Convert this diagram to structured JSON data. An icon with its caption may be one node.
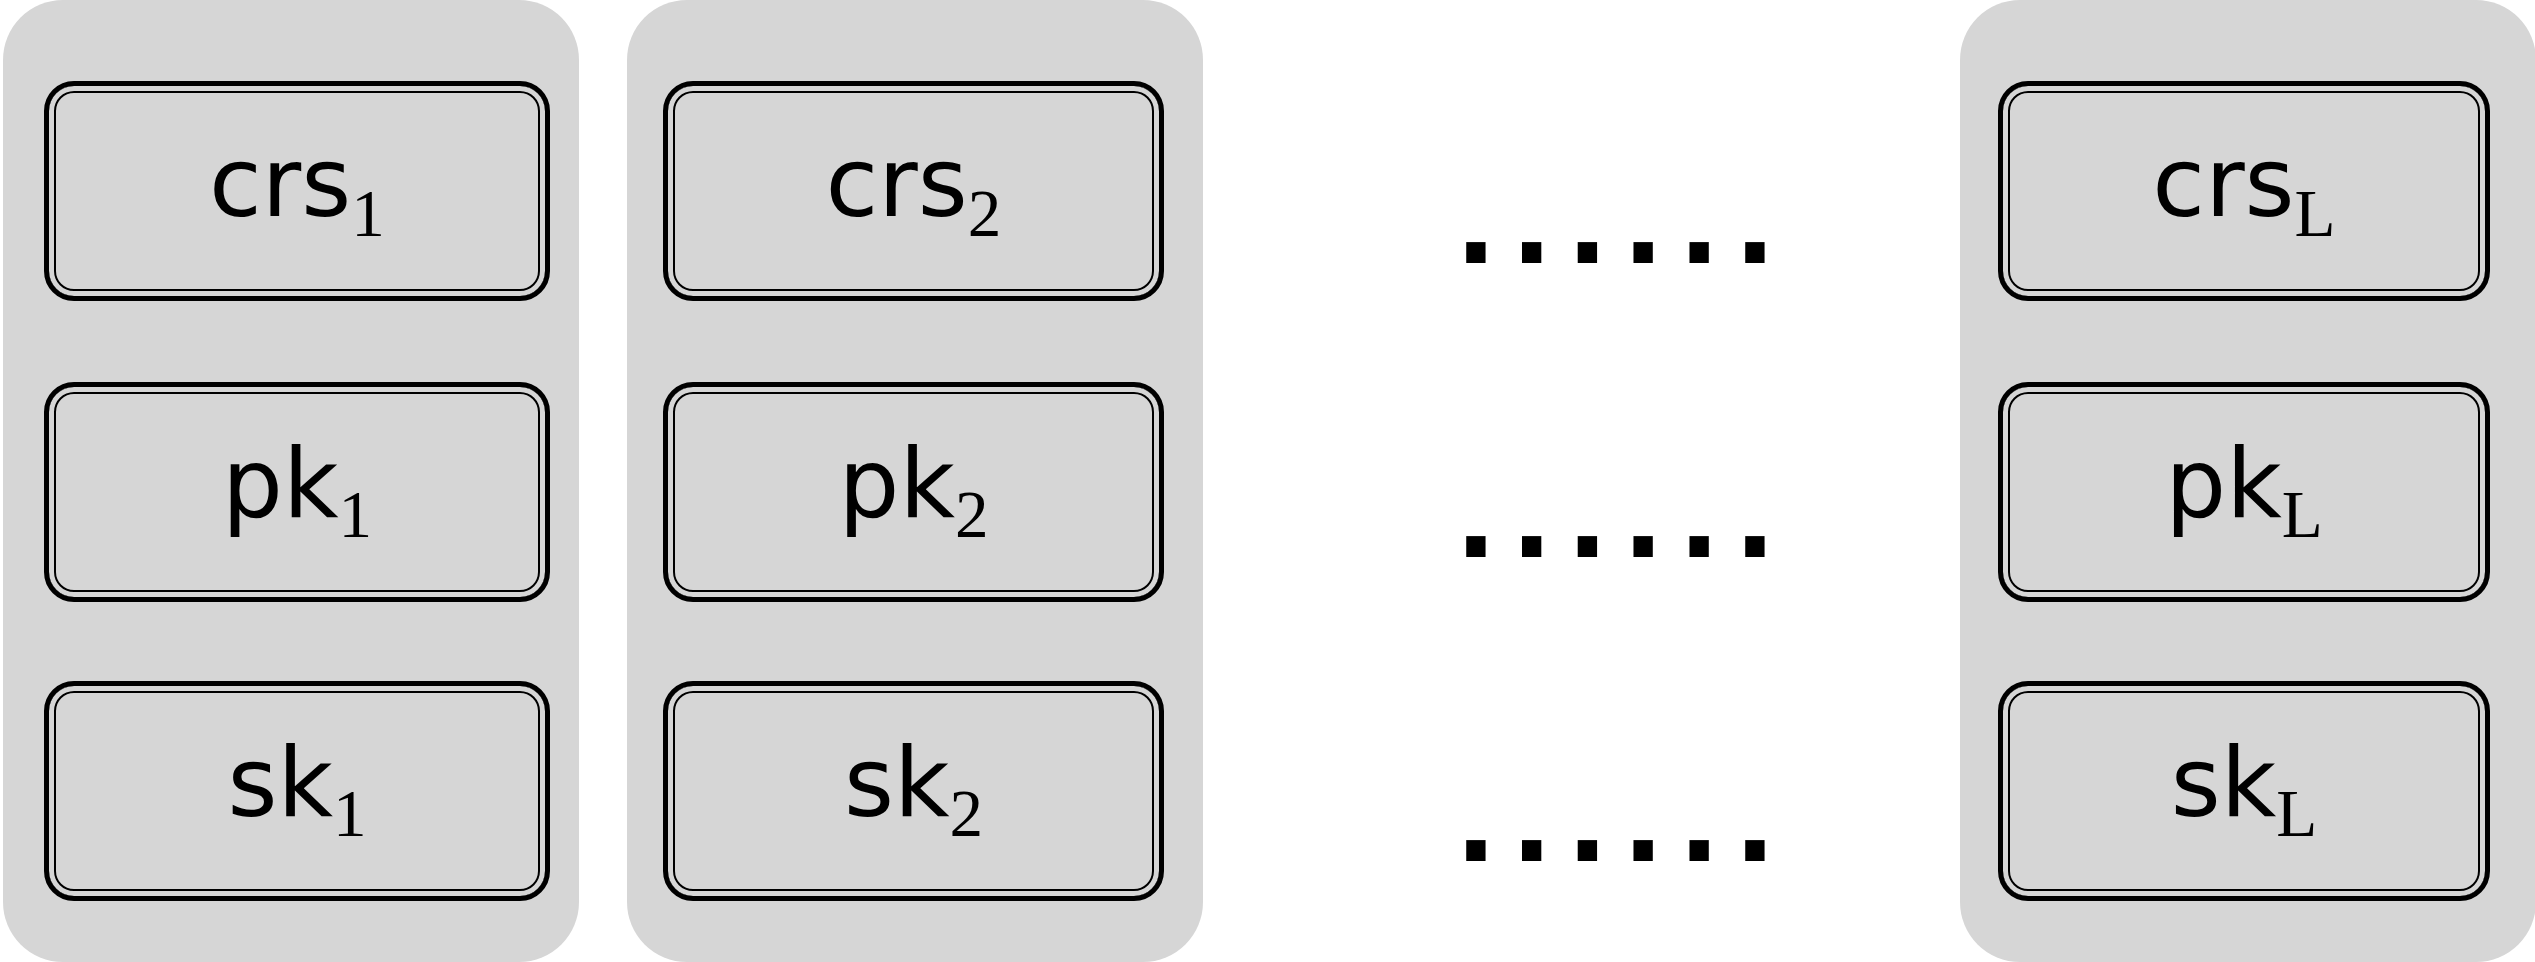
{
  "diagram": {
    "nodes": [
      {
        "text": [],
        "shape": "box"
      },
      {
        "text": [
          "crs$_{1}$"
        ],
        "in": 0
      },
      {
        "text": [
          "pk$_{1}$"
        ],
        "in": 0
      },
      {
        "text": [
          "sk$_{1}$"
        ],
        "in": 0
      },
      {
        "text": [],
        "shape": "box"
      },
      {
        "text": [
          "crs$_{2}$"
        ],
        "in": 4
      },
      {
        "text": [
          "pk$_{2}$"
        ],
        "in": 4
      },
      {
        "text": [
          "sk$_{2}$"
        ],
        "in": 4
      },
      {
        "text": [],
        "shape": "box"
      },
      {
        "text": [
          "crs$_{L}$"
        ],
        "in": 8
      },
      {
        "text": [
          "pk$_{L}$"
        ],
        "in": 8
      },
      {
        "text": [
          "sk$_{L}$"
        ],
        "in": 8
      }
    ],
    "edges": [],
    "labels": [
      "......",
      "......",
      "......"
    ]
  }
}
